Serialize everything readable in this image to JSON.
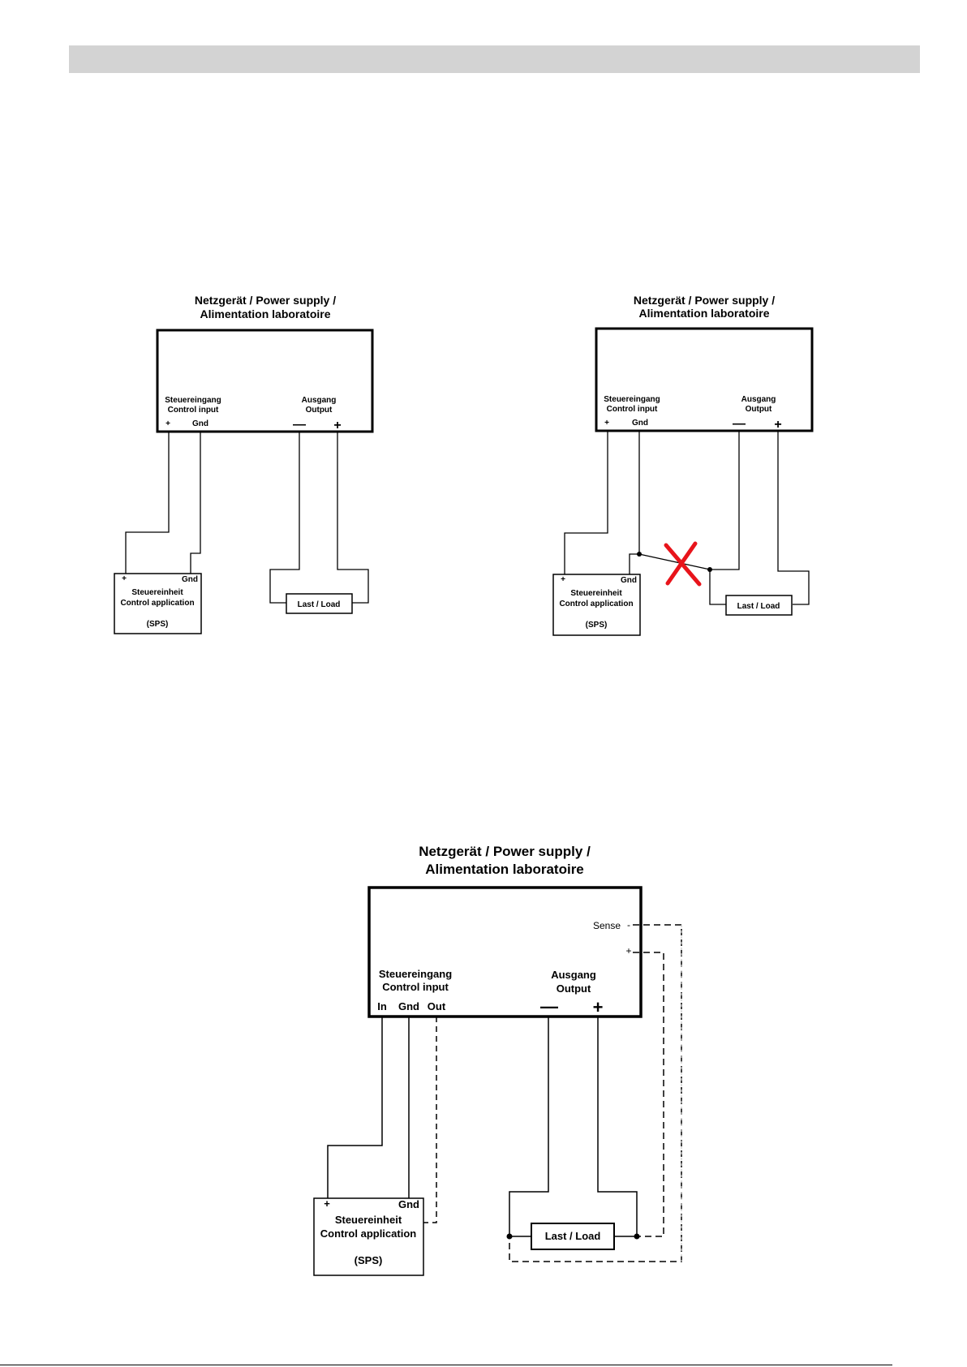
{
  "colors": {
    "wire": "#000000",
    "cross": "#e8141b",
    "header_bar": "#d3d3d3",
    "dashed_gray": "#bdbdbd"
  },
  "diagram_left": {
    "title_line1": "Netzgerät / Power supply /",
    "title_line2": "Alimentation laboratoire",
    "control_input_de": "Steuereingang",
    "control_input_en": "Control input",
    "pin_plus": "+",
    "pin_gnd": "Gnd",
    "output_de": "Ausgang",
    "output_en": "Output",
    "out_minus": "—",
    "out_plus": "+",
    "ctrl_plus": "+",
    "ctrl_gnd": "Gnd",
    "ctrl_de": "Steuereinheit",
    "ctrl_en": "Control application",
    "ctrl_sps": "(SPS)",
    "load": "Last / Load"
  },
  "diagram_right": {
    "title_line1": "Netzgerät / Power supply /",
    "title_line2": "Alimentation laboratoire",
    "control_input_de": "Steuereingang",
    "control_input_en": "Control input",
    "pin_plus": "+",
    "pin_gnd": "Gnd",
    "output_de": "Ausgang",
    "output_en": "Output",
    "out_minus": "—",
    "out_plus": "+",
    "ctrl_plus": "+",
    "ctrl_gnd": "Gnd",
    "ctrl_de": "Steuereinheit",
    "ctrl_en": "Control application",
    "ctrl_sps": "(SPS)",
    "load": "Last / Load"
  },
  "diagram_bottom": {
    "title_line1": "Netzgerät / Power supply /",
    "title_line2": "Alimentation laboratoire",
    "sense_label": "Sense",
    "sense_minus": "-",
    "sense_plus": "+",
    "control_input_de": "Steuereingang",
    "control_input_en": "Control input",
    "pin_in": "In",
    "pin_gnd": "Gnd",
    "pin_out": "Out",
    "output_de": "Ausgang",
    "output_en": "Output",
    "out_minus": "—",
    "out_plus": "+",
    "ctrl_plus": "+",
    "ctrl_gnd": "Gnd",
    "ctrl_de": "Steuereinheit",
    "ctrl_en": "Control application",
    "ctrl_sps": "(SPS)",
    "load": "Last / Load"
  }
}
